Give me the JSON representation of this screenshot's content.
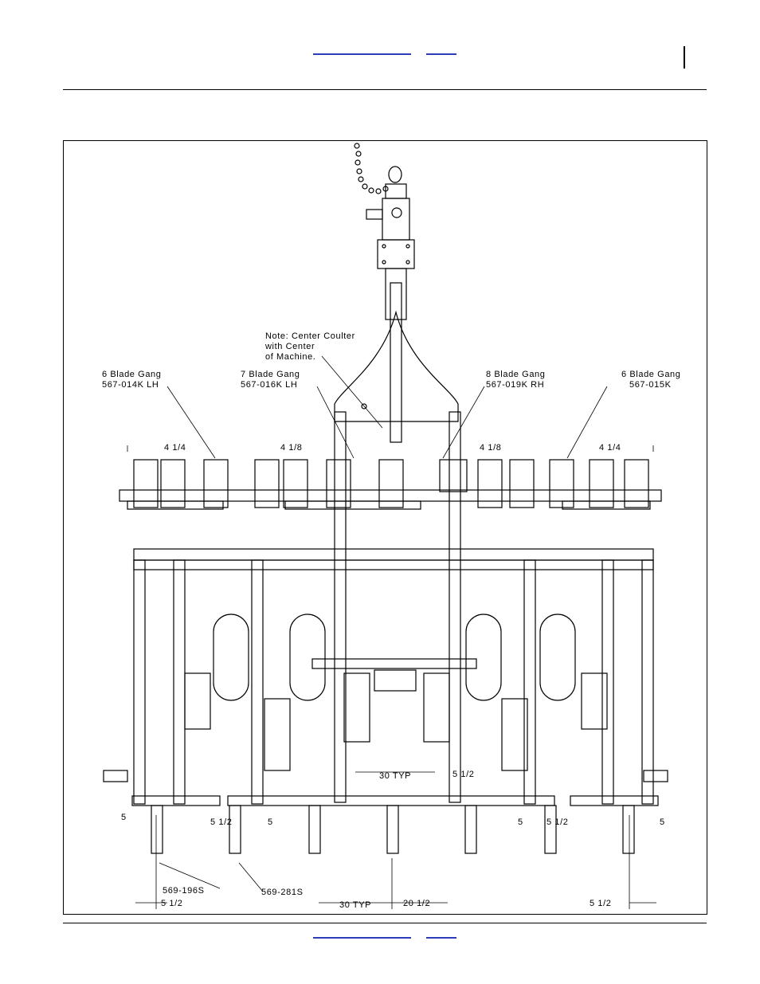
{
  "header": {
    "link_1": "",
    "link_2": ""
  },
  "footer": {
    "link_1": "",
    "link_2": ""
  },
  "callouts": {
    "note": [
      "Note: Center Coulter",
      "with Center",
      "of Machine."
    ],
    "gang_1": [
      "6 Blade Gang",
      "567-014K LH"
    ],
    "gang_2": [
      "7 Blade Gang",
      "567-016K LH"
    ],
    "gang_3": [
      "8 Blade Gang",
      "567-019K RH"
    ],
    "gang_4": [
      "6 Blade Gang",
      "567-015K"
    ],
    "part_1": "569-196S",
    "part_2": "569-281S"
  },
  "dimensions": {
    "d_top_1": "4 1/4",
    "d_top_2": "4 1/8",
    "d_top_3": "4 1/8",
    "d_top_4": "4 1/4",
    "d_30typ_mid": "30 TYP",
    "d_5half_mid": "5 1/2",
    "d_5_left": "5",
    "d_5half_left": "5 1/2",
    "d_5_left2": "5",
    "d_5_right": "5",
    "d_5half_right": "5 1/2",
    "d_5_right2": "5",
    "d_5half_bl": "5 1/2",
    "d_30typ_bottom": "30 TYP",
    "d_20half_bottom": "20 1/2",
    "d_5half_br": "5 1/2"
  },
  "colors": {
    "link": "#2b3db8",
    "ink": "#000000"
  }
}
